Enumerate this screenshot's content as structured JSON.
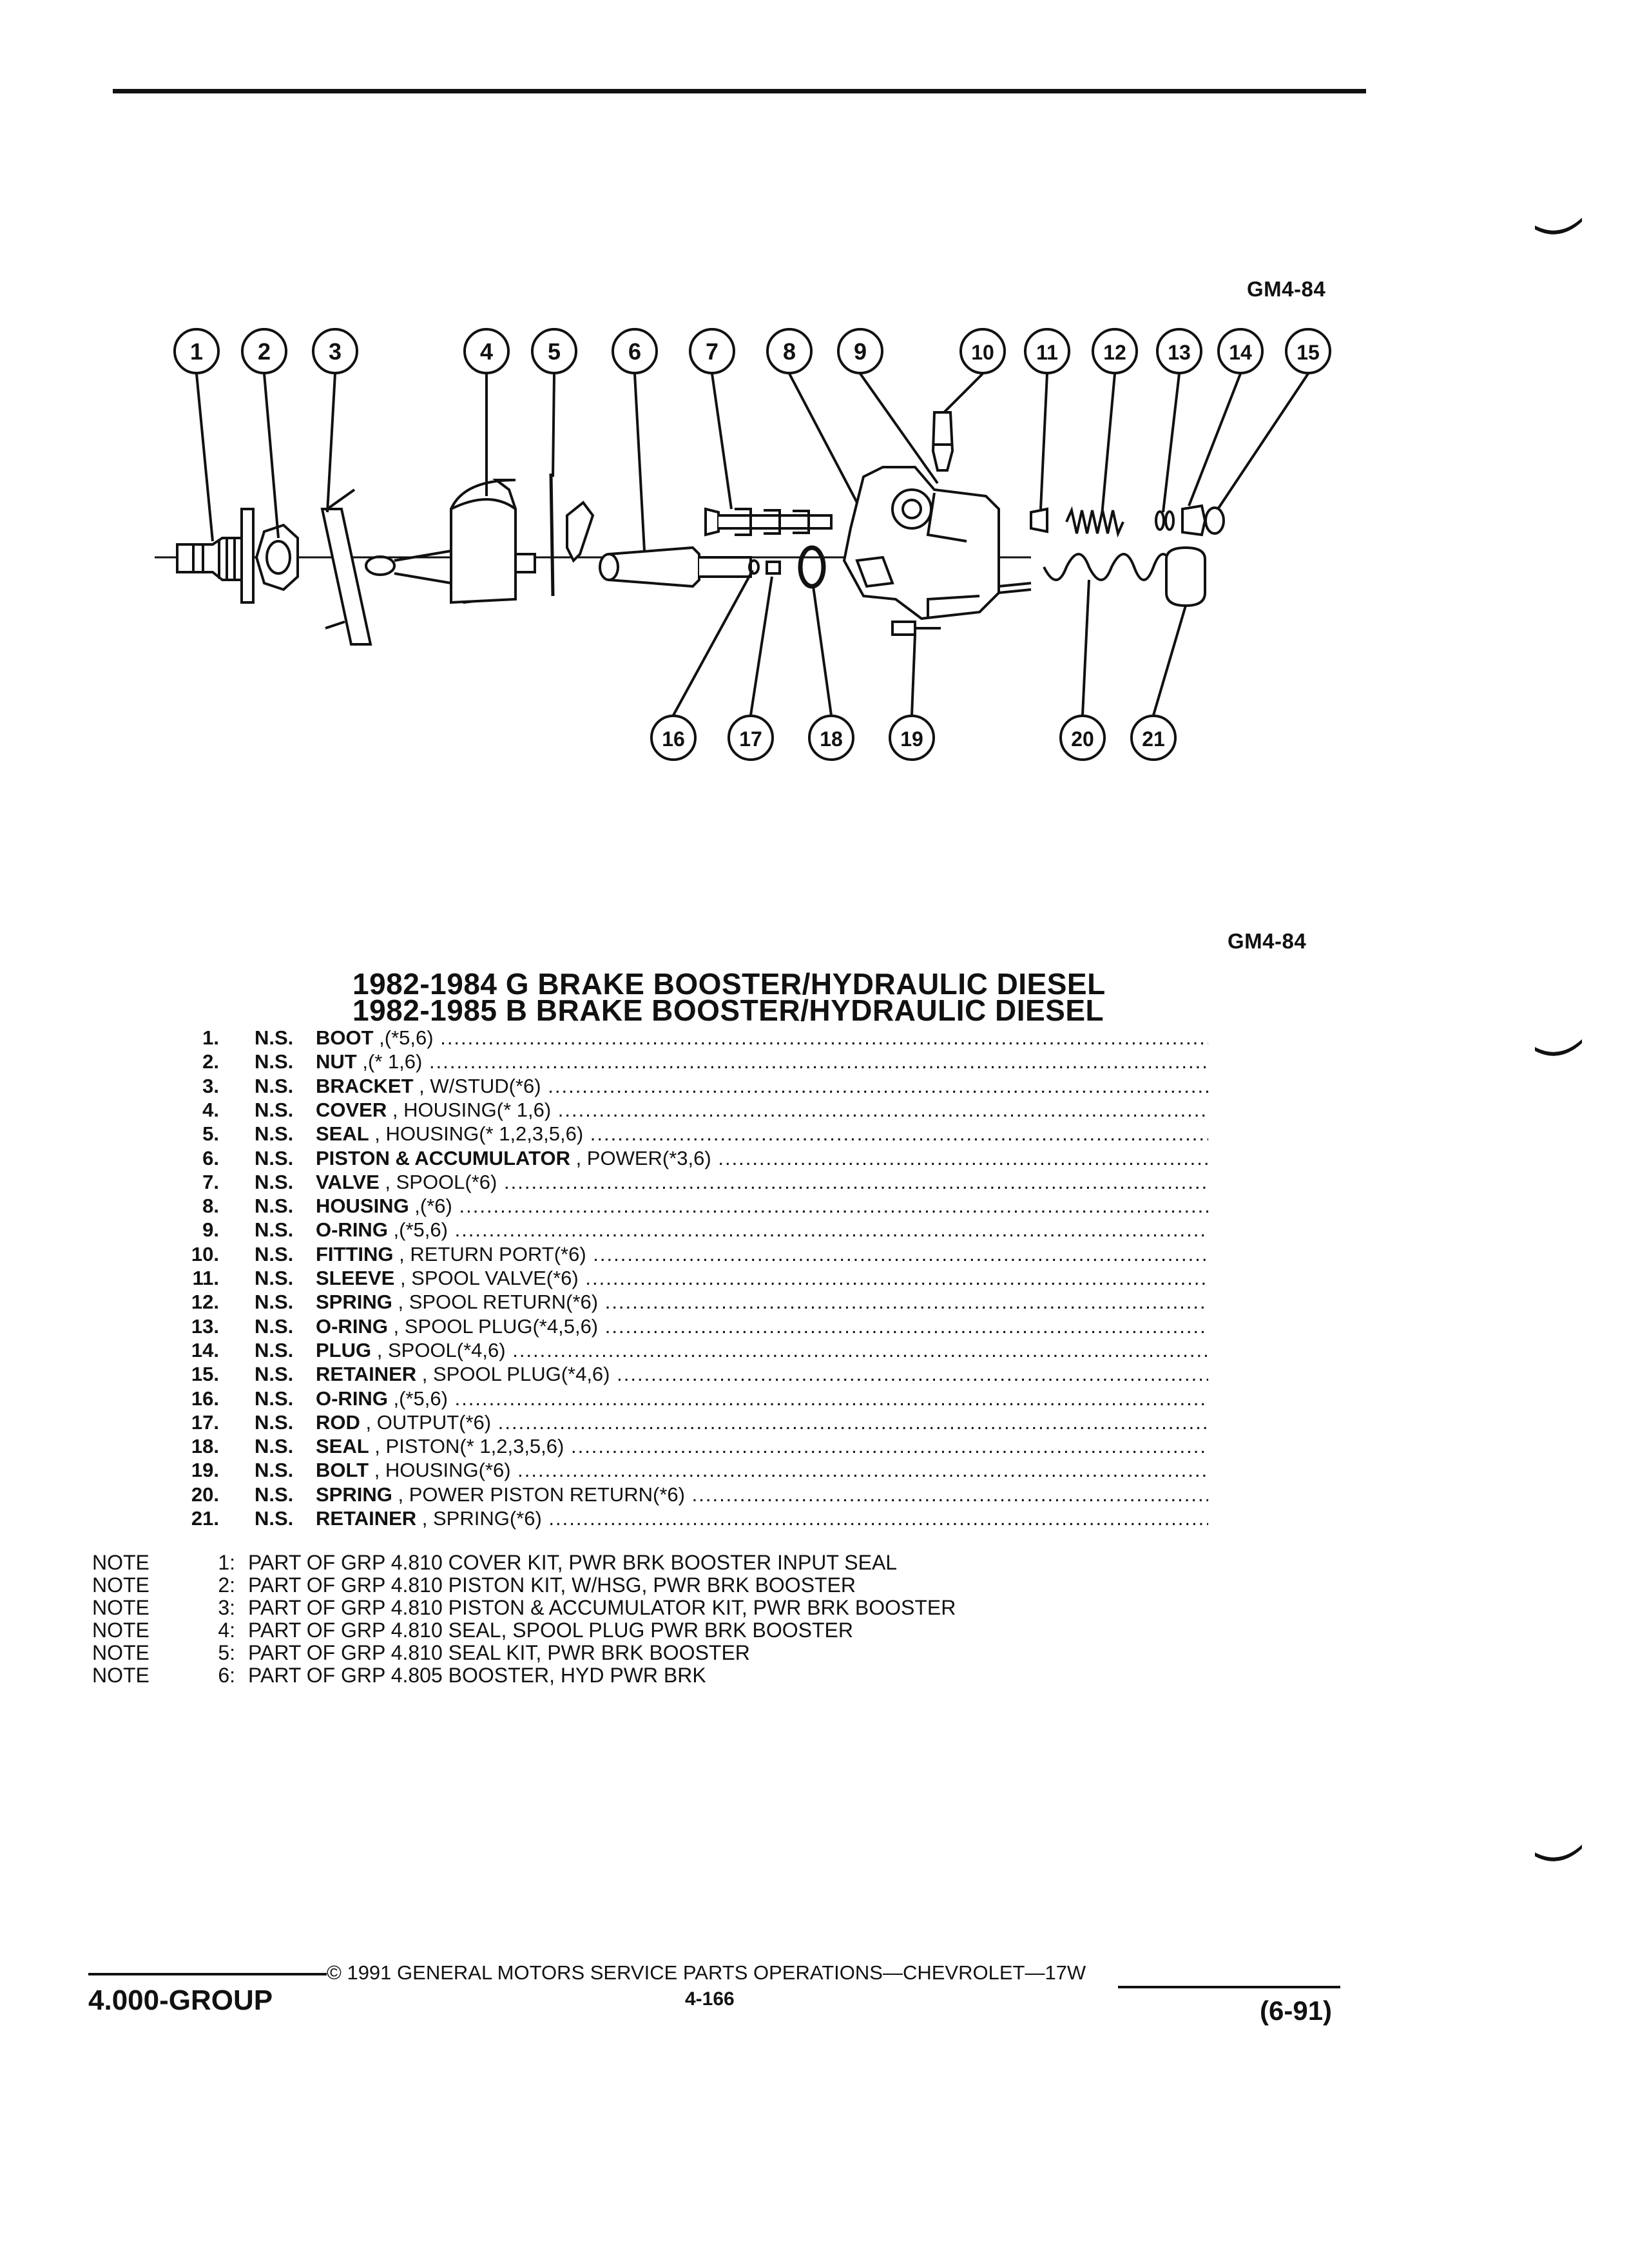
{
  "figure_tag": "GM4-84",
  "list_tag": "GM4-84",
  "title_line_1": "1982-1984 G BRAKE BOOSTER/HYDRAULIC DIESEL",
  "title_line_2": "1982-1985 B BRAKE BOOSTER/HYDRAULIC DIESEL",
  "callouts": [
    "1",
    "2",
    "3",
    "4",
    "5",
    "6",
    "7",
    "8",
    "9",
    "10",
    "11",
    "12",
    "13",
    "14",
    "15",
    "16",
    "17",
    "18",
    "19",
    "20",
    "21"
  ],
  "parts": [
    {
      "num": "1.",
      "ns": "N.S.",
      "name": "BOOT",
      "detail": " ,(*5,6)"
    },
    {
      "num": "2.",
      "ns": "N.S.",
      "name": "NUT",
      "detail": " ,(* 1,6)"
    },
    {
      "num": "3.",
      "ns": "N.S.",
      "name": "BRACKET",
      "detail": " , W/STUD(*6)"
    },
    {
      "num": "4.",
      "ns": "N.S.",
      "name": "COVER",
      "detail": " , HOUSING(* 1,6)"
    },
    {
      "num": "5.",
      "ns": "N.S.",
      "name": "SEAL",
      "detail": " , HOUSING(* 1,2,3,5,6)"
    },
    {
      "num": "6.",
      "ns": "N.S.",
      "name": "PISTON & ACCUMULATOR",
      "detail": " , POWER(*3,6)"
    },
    {
      "num": "7.",
      "ns": "N.S.",
      "name": "VALVE",
      "detail": " , SPOOL(*6)"
    },
    {
      "num": "8.",
      "ns": "N.S.",
      "name": "HOUSING",
      "detail": " ,(*6)"
    },
    {
      "num": "9.",
      "ns": "N.S.",
      "name": "O-RING",
      "detail": " ,(*5,6)"
    },
    {
      "num": "10.",
      "ns": "N.S.",
      "name": "FITTING",
      "detail": " , RETURN PORT(*6)"
    },
    {
      "num": "11.",
      "ns": "N.S.",
      "name": "SLEEVE",
      "detail": " , SPOOL VALVE(*6)"
    },
    {
      "num": "12.",
      "ns": "N.S.",
      "name": "SPRING",
      "detail": " , SPOOL RETURN(*6)"
    },
    {
      "num": "13.",
      "ns": "N.S.",
      "name": "O-RING",
      "detail": " , SPOOL PLUG(*4,5,6)"
    },
    {
      "num": "14.",
      "ns": "N.S.",
      "name": "PLUG",
      "detail": " , SPOOL(*4,6)"
    },
    {
      "num": "15.",
      "ns": "N.S.",
      "name": "RETAINER",
      "detail": " , SPOOL PLUG(*4,6)"
    },
    {
      "num": "16.",
      "ns": "N.S.",
      "name": "O-RING",
      "detail": " ,(*5,6)"
    },
    {
      "num": "17.",
      "ns": "N.S.",
      "name": "ROD",
      "detail": " , OUTPUT(*6)"
    },
    {
      "num": "18.",
      "ns": "N.S.",
      "name": "SEAL",
      "detail": " , PISTON(* 1,2,3,5,6)"
    },
    {
      "num": "19.",
      "ns": "N.S.",
      "name": "BOLT",
      "detail": " , HOUSING(*6)"
    },
    {
      "num": "20.",
      "ns": "N.S.",
      "name": "SPRING",
      "detail": " , POWER PISTON RETURN(*6)"
    },
    {
      "num": "21.",
      "ns": "N.S.",
      "name": "RETAINER",
      "detail": " , SPRING(*6)"
    }
  ],
  "notes": [
    {
      "label": "NOTE",
      "num": "1:",
      "text": "PART OF GRP 4.810 COVER KIT, PWR BRK BOOSTER INPUT SEAL"
    },
    {
      "label": "NOTE",
      "num": "2:",
      "text": "PART OF GRP 4.810 PISTON KIT, W/HSG, PWR BRK BOOSTER"
    },
    {
      "label": "NOTE",
      "num": "3:",
      "text": "PART OF GRP 4.810 PISTON & ACCUMULATOR KIT, PWR BRK BOOSTER"
    },
    {
      "label": "NOTE",
      "num": "4:",
      "text": "PART OF GRP 4.810 SEAL, SPOOL PLUG PWR BRK BOOSTER"
    },
    {
      "label": "NOTE",
      "num": "5:",
      "text": "PART OF GRP 4.810 SEAL KIT, PWR BRK BOOSTER"
    },
    {
      "label": "NOTE",
      "num": "6:",
      "text": "PART OF GRP 4.805 BOOSTER, HYD PWR BRK"
    }
  ],
  "footer": {
    "group": "4.000-GROUP",
    "copyright": "© 1991 GENERAL MOTORS SERVICE PARTS OPERATIONS—CHEVROLET—17W",
    "page": "4-166",
    "date": "(6-91)"
  }
}
